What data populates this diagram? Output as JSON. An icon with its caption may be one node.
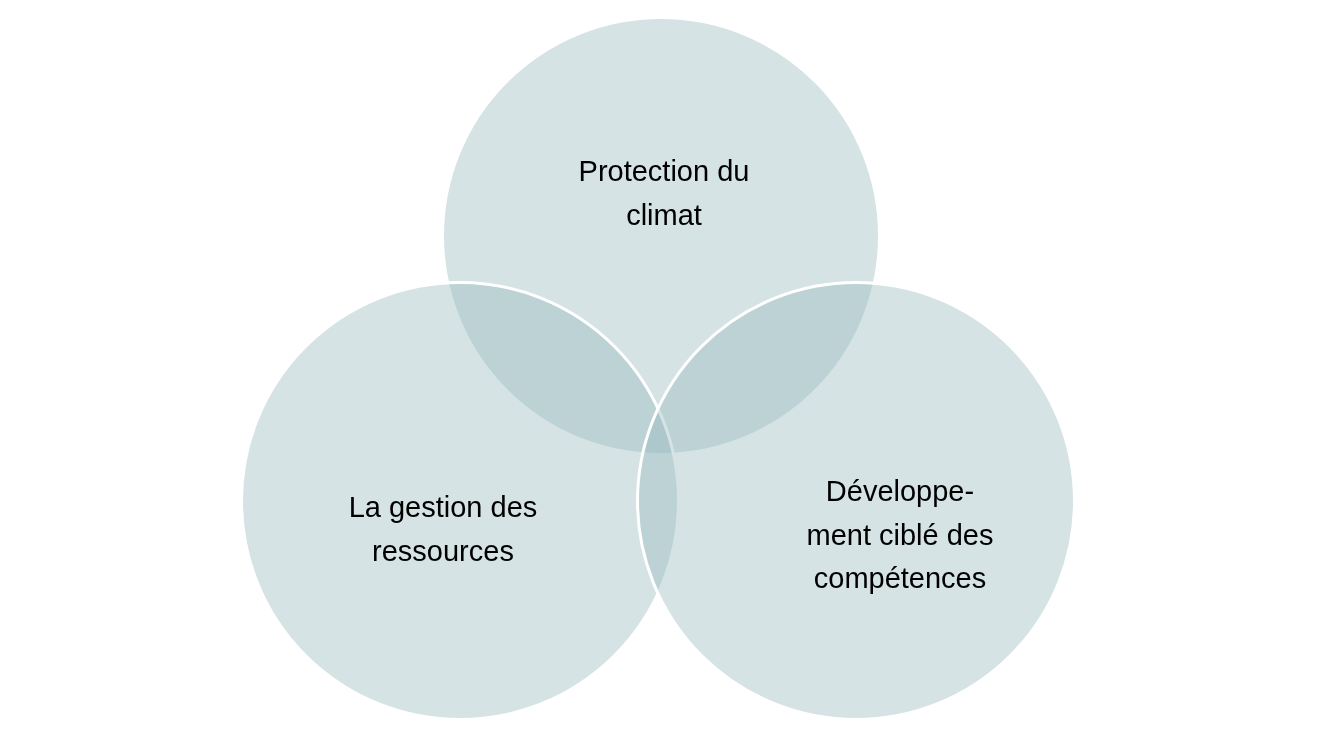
{
  "diagram": {
    "nodes": [
      {
        "text": [
          "Protection du climat"
        ]
      },
      {
        "text": [
          "La gestion des ressources"
        ]
      },
      {
        "text": [
          "Développe- ment ciblé des compétences"
        ]
      }
    ]
  }
}
